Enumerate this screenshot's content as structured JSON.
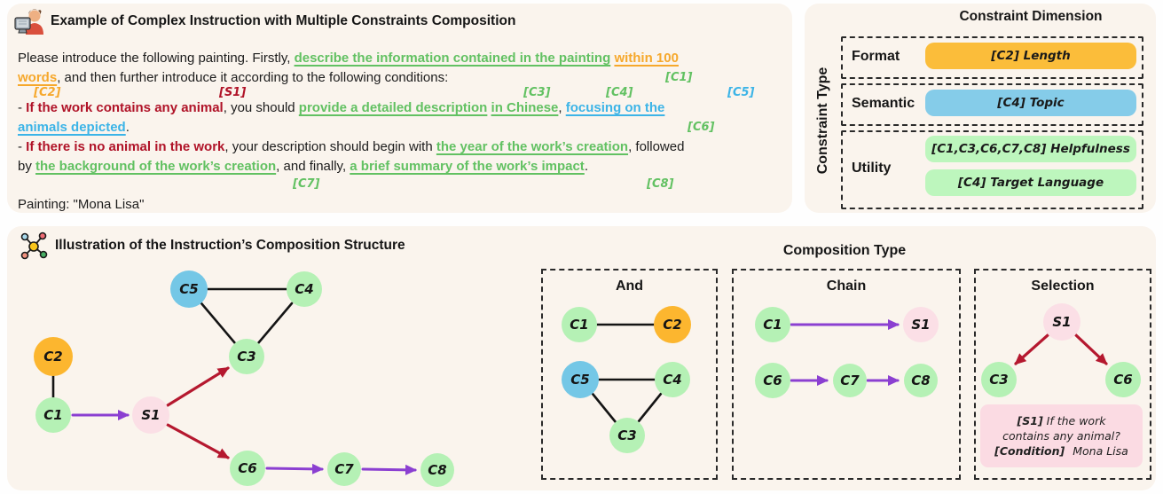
{
  "example_panel": {
    "title": "Example of Complex Instruction with Multiple Constraints Composition",
    "icon": "technologist-icon"
  },
  "instruction": {
    "l1_p1": "Please introduce the following painting. Firstly, ",
    "l1_green": "describe the information contained in the painting",
    "l1_sp": " ",
    "l1_orange": "within 100",
    "l2_orange": "words",
    "l2_p1": ", and then further introduce it according to the following conditions:",
    "l3_dash": "- ",
    "l3_red": "If the work contains any animal",
    "l3_p1": ", you should ",
    "l3_green1": "provide a detailed description",
    "l3_sp": " ",
    "l3_green2": "in Chinese",
    "l3_p2": ", ",
    "l3_blue": "focusing on the",
    "l4_blue": "animals depicted",
    "l4_dot": ".",
    "l5_dash": "- ",
    "l5_red": "If there is no animal in the work",
    "l5_p1": ", your description should begin with ",
    "l5_green": "the year of the work’s creation",
    "l5_p2": ", followed",
    "l6_p1": "by ",
    "l6_green1": "the background of the work’s creation",
    "l6_p2": ", and finally, ",
    "l6_green2": "a brief summary of the work’s impact",
    "l6_dot": ".",
    "painting": "Painting: \"Mona Lisa\""
  },
  "labels": {
    "c1": "[C1]",
    "c2": "[C2]",
    "c3": "[C3]",
    "c4": "[C4]",
    "c5": "[C5]",
    "c6": "[C6]",
    "c7": "[C7]",
    "c8": "[C8]",
    "s1": "[S1]"
  },
  "dimension_panel": {
    "title": "Constraint Dimension",
    "side_label": "Constraint Type",
    "rows": [
      {
        "type": "Format",
        "pills": [
          {
            "label": "[C2] Length"
          }
        ]
      },
      {
        "type": "Semantic",
        "pills": [
          {
            "label": "[C4] Topic"
          }
        ]
      },
      {
        "type": "Utility",
        "pills": [
          {
            "label": "[C1,C3,C6,C7,C8] Helpfulness"
          },
          {
            "label": "[C4] Target Language"
          }
        ]
      }
    ]
  },
  "illustration_panel": {
    "title": "Illustration of the Instruction’s Composition Structure",
    "icon": "molecule-icon",
    "composition_type_title": "Composition Type",
    "main_graph_nodes": {
      "c1": "C1",
      "c2": "C2",
      "c3": "C3",
      "c4": "C4",
      "c5": "C5",
      "c6": "C6",
      "c7": "C7",
      "c8": "C8",
      "s1": "S1"
    },
    "boxes": {
      "and": {
        "title": "And",
        "nodes": {
          "c1": "C1",
          "c2": "C2",
          "c3": "C3",
          "c4": "C4",
          "c5": "C5"
        }
      },
      "chain": {
        "title": "Chain",
        "nodes": {
          "c1": "C1",
          "s1": "S1",
          "c6": "C6",
          "c7": "C7",
          "c8": "C8"
        }
      },
      "selection": {
        "title": "Selection",
        "nodes": {
          "s1": "S1",
          "c3": "C3",
          "c6": "C6"
        },
        "note": {
          "tag1": "[S1]",
          "text1": " If the work",
          "text2": "contains any animal?",
          "tag2": "[Condition]",
          "text3": "Mona Lisa"
        }
      }
    }
  },
  "colors": {
    "panel_bg": "#faf4ed",
    "green_text": "#62c162",
    "orange_text": "#f6a82c",
    "blue_text": "#3cb4e7",
    "crimson_text": "#b01328",
    "node_green": "#b5f1b5",
    "node_blue": "#74c7e6",
    "node_orange": "#fcb62f",
    "node_pink": "#fbdfe6",
    "arrow_purple": "#8b3fd1",
    "arrow_crimson": "#b5182f",
    "pill_orange": "#fbbd3a",
    "pill_blue": "#85cce9",
    "pill_green": "#bdf6bd",
    "note_pink": "#fbdbe3"
  }
}
